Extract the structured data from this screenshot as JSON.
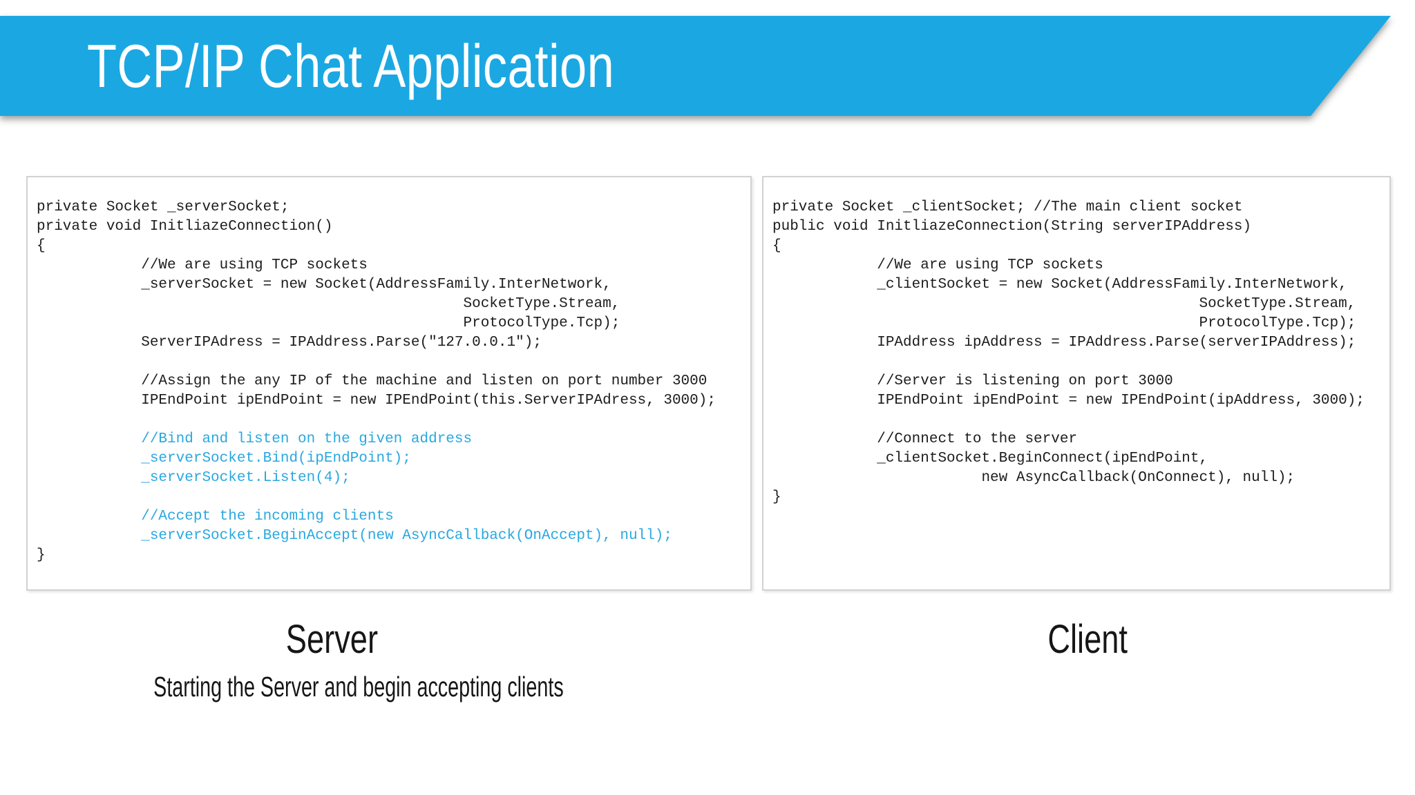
{
  "title_bar": {
    "title": "TCP/IP Chat Application"
  },
  "colors": {
    "accent": "#1ba8e2",
    "code_blue": "#29a8e0",
    "text": "#1c1c1c",
    "panel_border": "#d2d2d2"
  },
  "server_panel": {
    "label": "Server",
    "caption": "Starting the Server and begin accepting clients",
    "code_lines": [
      {
        "i": 0,
        "t": "private Socket _serverSocket;",
        "c": "k"
      },
      {
        "i": 0,
        "t": "private void InitliazeConnection()",
        "c": "k"
      },
      {
        "i": 0,
        "t": "{",
        "c": "k"
      },
      {
        "i": 12,
        "t": "//We are using TCP sockets",
        "c": "k"
      },
      {
        "i": 12,
        "t": "_serverSocket = new Socket(AddressFamily.InterNetwork,",
        "c": "k"
      },
      {
        "i": 49,
        "t": "SocketType.Stream,",
        "c": "k"
      },
      {
        "i": 49,
        "t": "ProtocolType.Tcp);",
        "c": "k"
      },
      {
        "i": 12,
        "t": "ServerIPAdress = IPAddress.Parse(\"127.0.0.1\");",
        "c": "k"
      },
      {
        "i": 0,
        "t": "",
        "c": "k"
      },
      {
        "i": 12,
        "t": "//Assign the any IP of the machine and listen on port number 3000",
        "c": "k"
      },
      {
        "i": 12,
        "t": "IPEndPoint ipEndPoint = new IPEndPoint(this.ServerIPAdress, 3000);",
        "c": "k"
      },
      {
        "i": 0,
        "t": "",
        "c": "k"
      },
      {
        "i": 12,
        "t": "//Bind and listen on the given address",
        "c": "b"
      },
      {
        "i": 12,
        "t": "_serverSocket.Bind(ipEndPoint);",
        "c": "b"
      },
      {
        "i": 12,
        "t": "_serverSocket.Listen(4);",
        "c": "b"
      },
      {
        "i": 0,
        "t": "",
        "c": "k"
      },
      {
        "i": 12,
        "t": "//Accept the incoming clients",
        "c": "b"
      },
      {
        "i": 12,
        "t": "_serverSocket.BeginAccept(new AsyncCallback(OnAccept), null);",
        "c": "b"
      },
      {
        "i": 0,
        "t": "}",
        "c": "k"
      }
    ]
  },
  "client_panel": {
    "label": "Client",
    "code_lines": [
      {
        "i": 0,
        "t": "private Socket _clientSocket; //The main client socket",
        "c": "k"
      },
      {
        "i": 0,
        "t": "public void InitliazeConnection(String serverIPAddress)",
        "c": "k"
      },
      {
        "i": 0,
        "t": "{",
        "c": "k"
      },
      {
        "i": 12,
        "t": "//We are using TCP sockets",
        "c": "k"
      },
      {
        "i": 12,
        "t": "_clientSocket = new Socket(AddressFamily.InterNetwork,",
        "c": "k"
      },
      {
        "i": 49,
        "t": "SocketType.Stream,",
        "c": "k"
      },
      {
        "i": 49,
        "t": "ProtocolType.Tcp);",
        "c": "k"
      },
      {
        "i": 12,
        "t": "IPAddress ipAddress = IPAddress.Parse(serverIPAddress);",
        "c": "k"
      },
      {
        "i": 0,
        "t": "",
        "c": "k"
      },
      {
        "i": 12,
        "t": "//Server is listening on port 3000",
        "c": "k"
      },
      {
        "i": 12,
        "t": "IPEndPoint ipEndPoint = new IPEndPoint(ipAddress, 3000);",
        "c": "k"
      },
      {
        "i": 0,
        "t": "",
        "c": "k"
      },
      {
        "i": 12,
        "t": "//Connect to the server",
        "c": "k"
      },
      {
        "i": 12,
        "t": "_clientSocket.BeginConnect(ipEndPoint,",
        "c": "k"
      },
      {
        "i": 24,
        "t": "new AsyncCallback(OnConnect), null);",
        "c": "k"
      },
      {
        "i": 0,
        "t": "}",
        "c": "k"
      }
    ]
  }
}
